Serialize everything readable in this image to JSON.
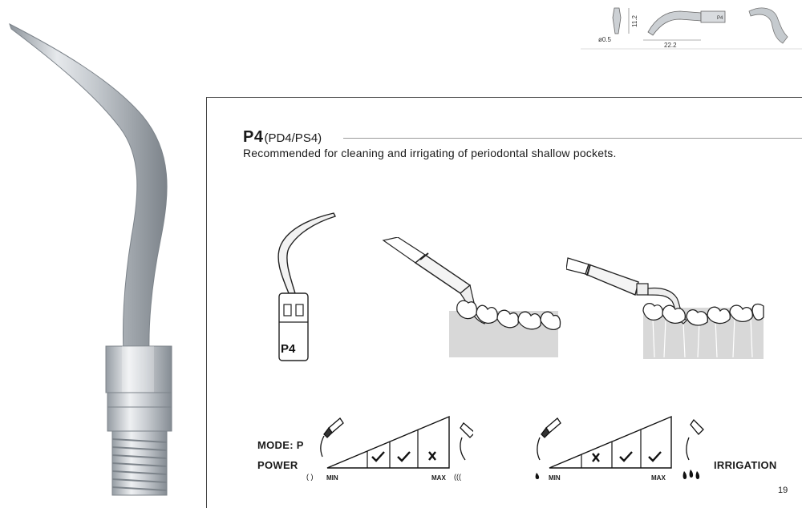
{
  "spec": {
    "diameter": "ø0.5",
    "height": "11.2",
    "length": "22.2",
    "tip_marking": "P4"
  },
  "product": {
    "code": "P4",
    "variants": "(PD4/PS4)",
    "description": "Recommended for cleaning and irrigating of periodontal shallow pockets.",
    "tip_label": "P4"
  },
  "settings": {
    "mode_label": "MODE: P",
    "power": {
      "label": "POWER",
      "min_label": "MIN",
      "max_label": "MAX",
      "levels": [
        "check",
        "check",
        "cross"
      ]
    },
    "irrigation": {
      "label": "IRRIGATION",
      "min_label": "MIN",
      "max_label": "MAX",
      "levels": [
        "cross",
        "check",
        "check"
      ]
    }
  },
  "page": {
    "number": "19"
  },
  "colors": {
    "text": "#1a1a1a",
    "metal": "#b9bfc6",
    "gum": "#d8d8d8"
  }
}
